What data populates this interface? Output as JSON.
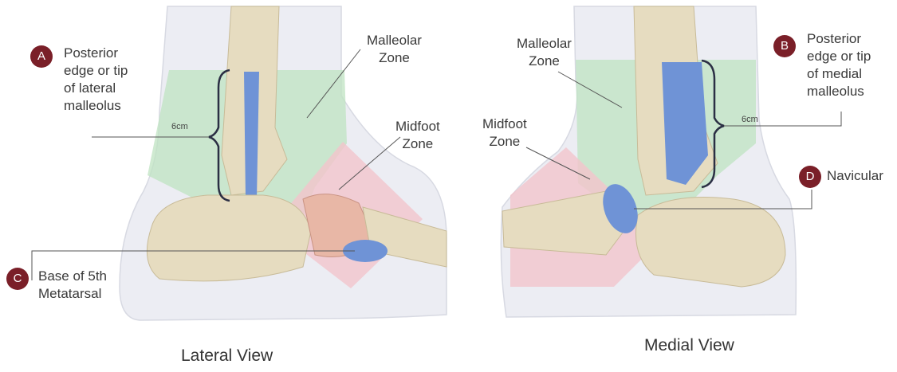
{
  "lateral": {
    "view_label": "Lateral View",
    "zone_malleolar": "Malleolar\nZone",
    "zone_midfoot": "Midfoot\nZone",
    "measure": "6cm",
    "marker_a": {
      "letter": "A",
      "text": "Posterior\nedge or tip\nof lateral\nmalleolus"
    },
    "marker_c": {
      "letter": "C",
      "text": "Base of 5th\nMetatarsal"
    }
  },
  "medial": {
    "view_label": "Medial View",
    "zone_malleolar": "Malleolar\nZone",
    "zone_midfoot": "Midfoot\nZone",
    "measure": "6cm",
    "marker_b": {
      "letter": "B",
      "text": "Posterior\nedge or tip\nof medial\nmalleolus"
    },
    "marker_d": {
      "letter": "D",
      "text": "Navicular"
    }
  },
  "colors": {
    "badge": "#7a1f28",
    "malleolar_zone": "#bfe3c2",
    "midfoot_zone": "#f2c4cc",
    "highlight_bone": "#6f93d6",
    "bone": "#e6dcc0",
    "skin": "#ecedf3"
  }
}
